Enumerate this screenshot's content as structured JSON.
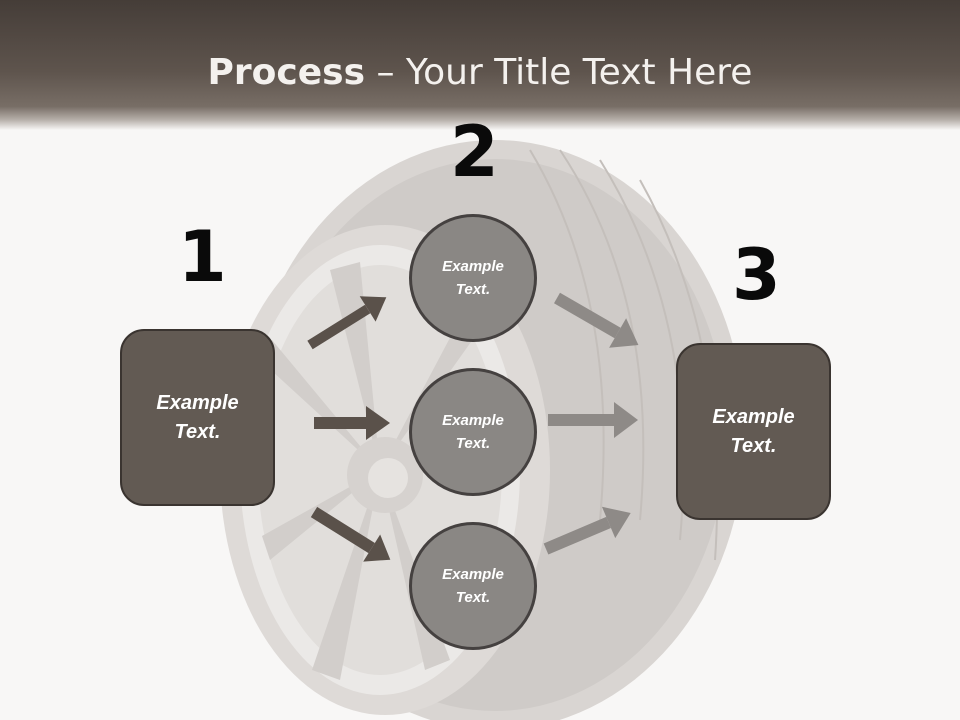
{
  "title": {
    "bold": "Process",
    "rest": " – Your Title Text Here"
  },
  "steps": {
    "one": "1",
    "two": "2",
    "three": "3"
  },
  "left_box": {
    "text": "Example\nText."
  },
  "right_box": {
    "text": "Example\nText."
  },
  "circles": [
    {
      "text": "Example\nText."
    },
    {
      "text": "Example\nText."
    },
    {
      "text": "Example\nText."
    }
  ],
  "colors": {
    "box_fill": "#625a53",
    "circle_fill": "#8a8784",
    "arrow_dark": "#5a514a",
    "arrow_light": "#8e8a87"
  }
}
